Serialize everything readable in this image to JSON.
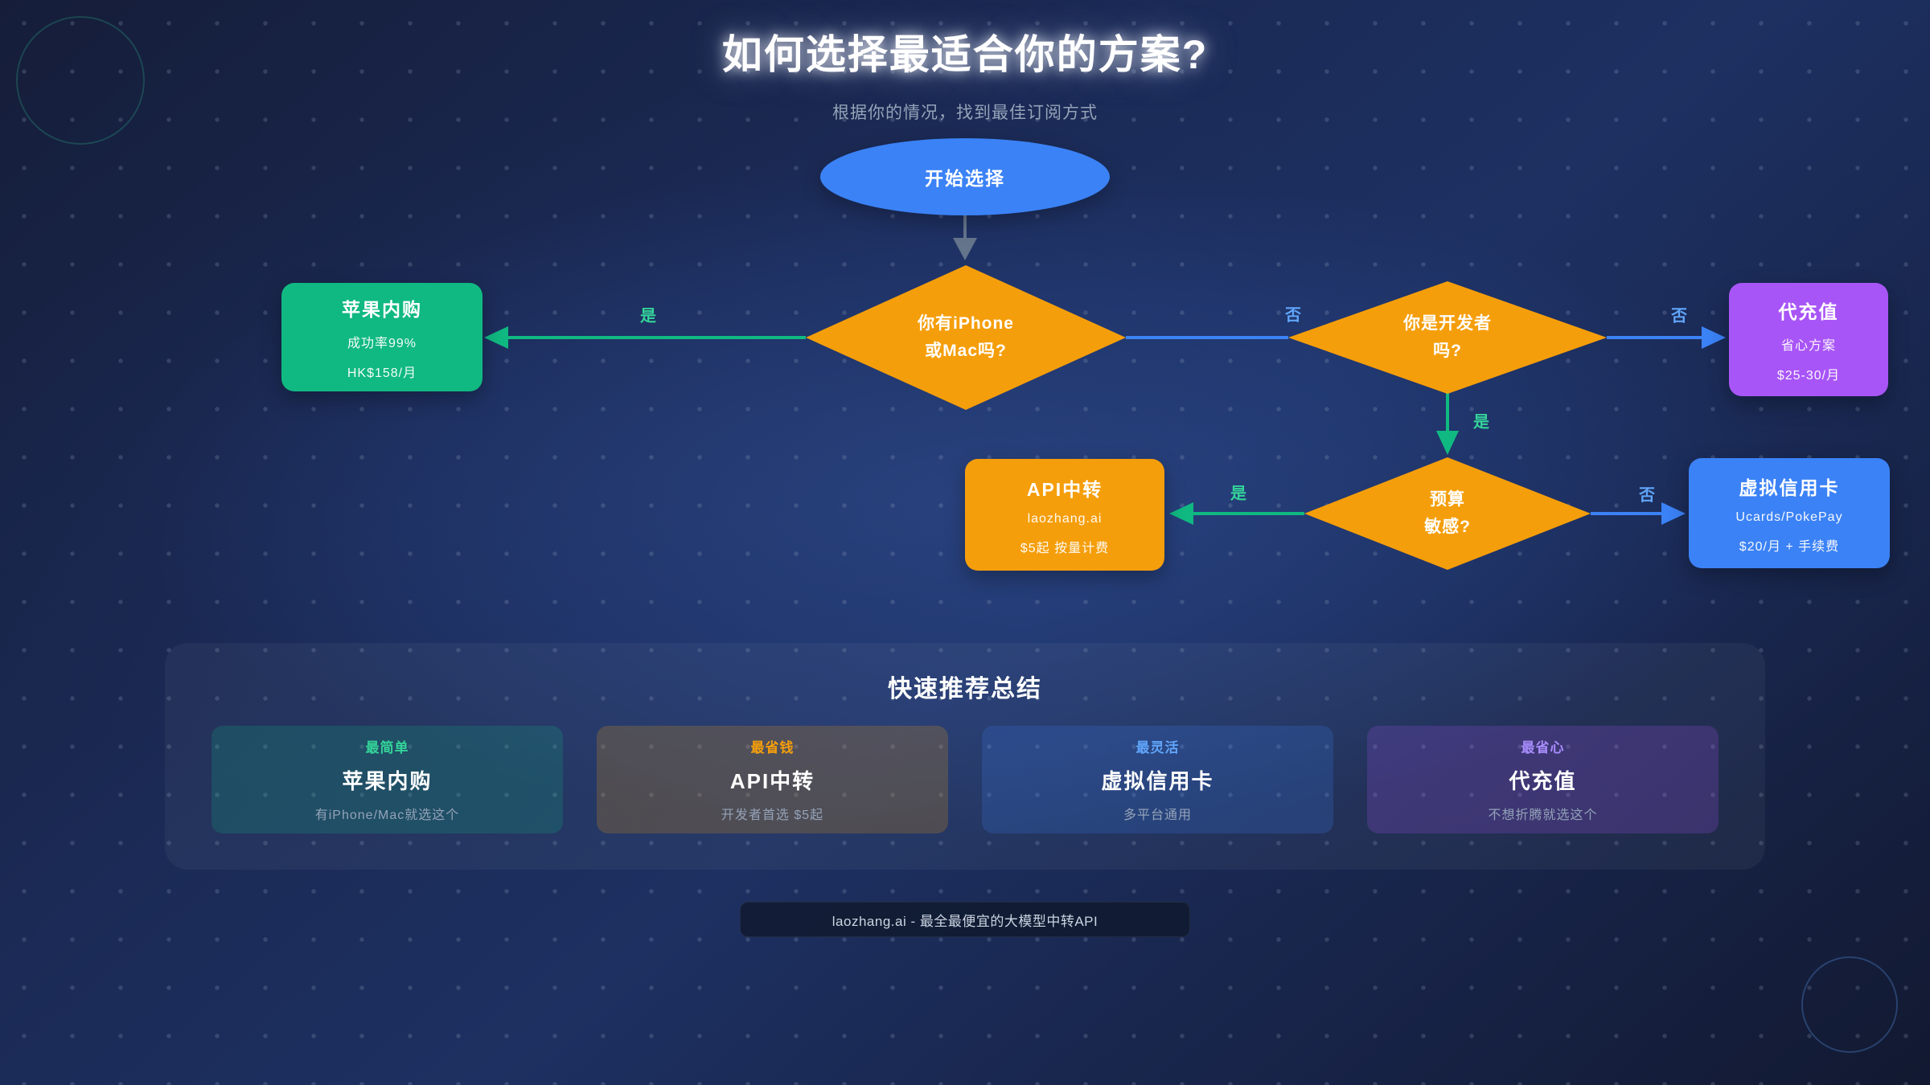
{
  "page": {
    "title": "如何选择最适合你的方案?",
    "subtitle": "根据你的情况，找到最佳订阅方式"
  },
  "flowchart": {
    "start": {
      "label": "开始选择"
    },
    "decisions": [
      {
        "line1": "你有iPhone",
        "line2": "或Mac吗?"
      },
      {
        "line1": "你是开发者",
        "line2": "吗?"
      },
      {
        "line1": "预算",
        "line2": "敏感?"
      }
    ],
    "outcomes": [
      {
        "title": "苹果内购",
        "line1": "成功率99%",
        "line2": "HK$158/月"
      },
      {
        "title": "代充值",
        "line1": "省心方案",
        "line2": "$25-30/月"
      },
      {
        "title": "API中转",
        "line1": "laozhang.ai",
        "line2": "$5起 按量计费"
      },
      {
        "title": "虚拟信用卡",
        "line1": "Ucards/PokePay",
        "line2": "$20/月 + 手续费"
      }
    ],
    "edge_labels": {
      "d1_yes": "是",
      "d1_no": "否",
      "d2_no": "否",
      "d2_yes": "是",
      "d3_yes": "是",
      "d3_no": "否"
    }
  },
  "summary": {
    "title": "快速推荐总结",
    "cards": [
      {
        "badge": "最简单",
        "title": "苹果内购",
        "desc": "有iPhone/Mac就选这个"
      },
      {
        "badge": "最省钱",
        "title": "API中转",
        "desc": "开发者首选 $5起"
      },
      {
        "badge": "最灵活",
        "title": "虚拟信用卡",
        "desc": "多平台通用"
      },
      {
        "badge": "最省心",
        "title": "代充值",
        "desc": "不想折腾就选这个"
      }
    ]
  },
  "footer": {
    "badge": "laozhang.ai - 最全最便宜的大模型中转API"
  },
  "colors": {
    "green": "#10b981",
    "blue": "#3b82f6",
    "orange": "#f59e0b",
    "purple": "#a855f7",
    "slate": "#64748b",
    "yes": "#34d399",
    "no": "#60a5fa",
    "muted": "#94a3b8"
  }
}
